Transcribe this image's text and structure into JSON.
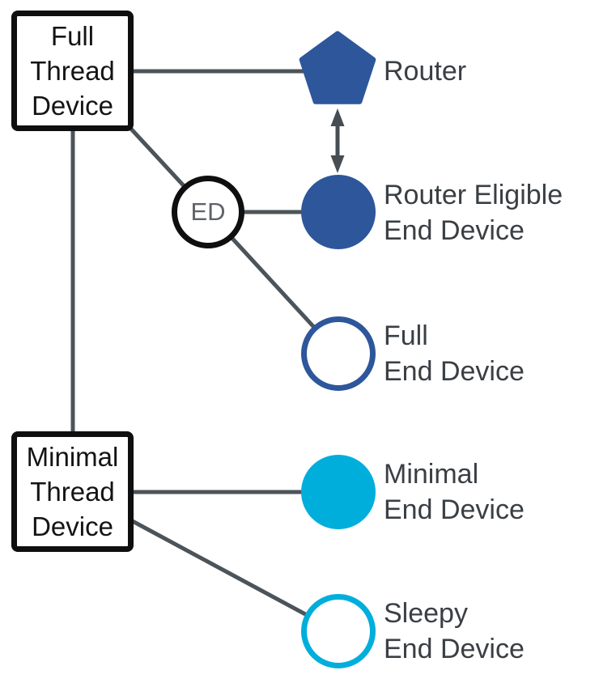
{
  "diagram": {
    "boxes": {
      "full_thread": {
        "lines": [
          "Full",
          "Thread",
          "Device"
        ]
      },
      "minimal_thread": {
        "lines": [
          "Minimal",
          "Thread",
          "Device"
        ]
      }
    },
    "ed_badge": {
      "label": "ED"
    },
    "legend": {
      "router": {
        "lines": [
          "Router"
        ]
      },
      "reed": {
        "lines": [
          "Router Eligible",
          "End Device"
        ]
      },
      "fed": {
        "lines": [
          "Full",
          "End Device"
        ]
      },
      "med": {
        "lines": [
          "Minimal",
          "End Device"
        ]
      },
      "sed": {
        "lines": [
          "Sleepy",
          "End Device"
        ]
      }
    },
    "colors": {
      "dark_blue": "#2d569b",
      "cyan": "#00aedc",
      "connector_gray": "#4c545a",
      "arrow_gray": "#464d53",
      "box_border_black": "#0f0f0f",
      "label_text": "#3a3f44",
      "ed_text": "#5f6368"
    }
  }
}
